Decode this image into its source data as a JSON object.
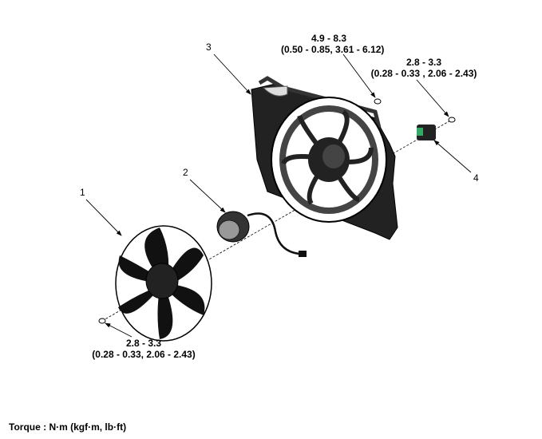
{
  "callouts": [
    "1",
    "2",
    "3",
    "4"
  ],
  "torque_top": {
    "line1": "4.9 - 8.3",
    "line2": "(0.50 - 0.85, 3.61 - 6.12)"
  },
  "torque_right": {
    "line1": "2.8 - 3.3",
    "line2": "(0.28 - 0.33 , 2.06 - 2.43)"
  },
  "torque_bottom": {
    "line1": "2.8 - 3.3",
    "line2": "(0.28 - 0.33, 2.06 - 2.43)"
  },
  "footer": "Torque : N·m (kgf·m, lb·ft)"
}
